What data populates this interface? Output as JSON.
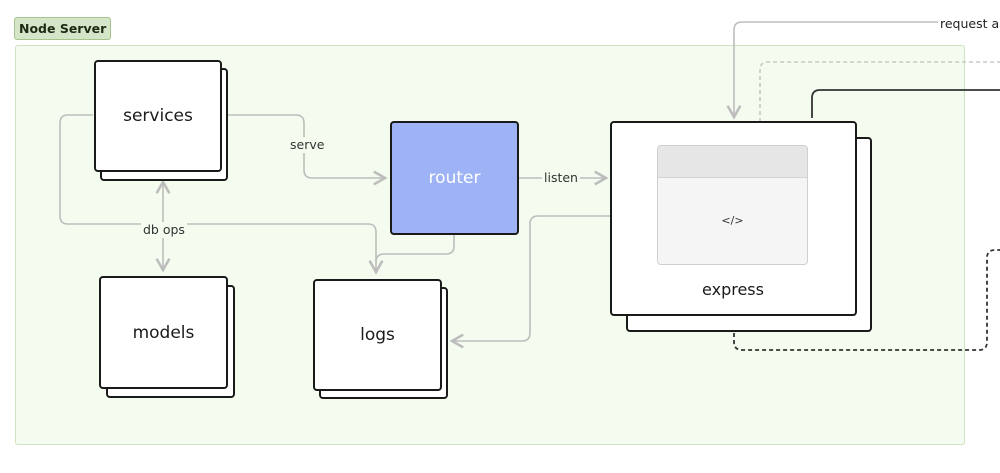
{
  "group": {
    "title": "Node Server"
  },
  "nodes": {
    "services": "services",
    "router": "router",
    "models": "models",
    "logs": "logs",
    "express": "express",
    "express_code": "</>"
  },
  "edges": {
    "serve": "serve",
    "listen": "listen",
    "db_ops": "db ops",
    "request": "request a"
  },
  "colors": {
    "group_fill": "#f3fcee",
    "group_tag": "#d5e6c8",
    "router_fill": "#9db3f5",
    "connector": "#bdbdbd"
  }
}
